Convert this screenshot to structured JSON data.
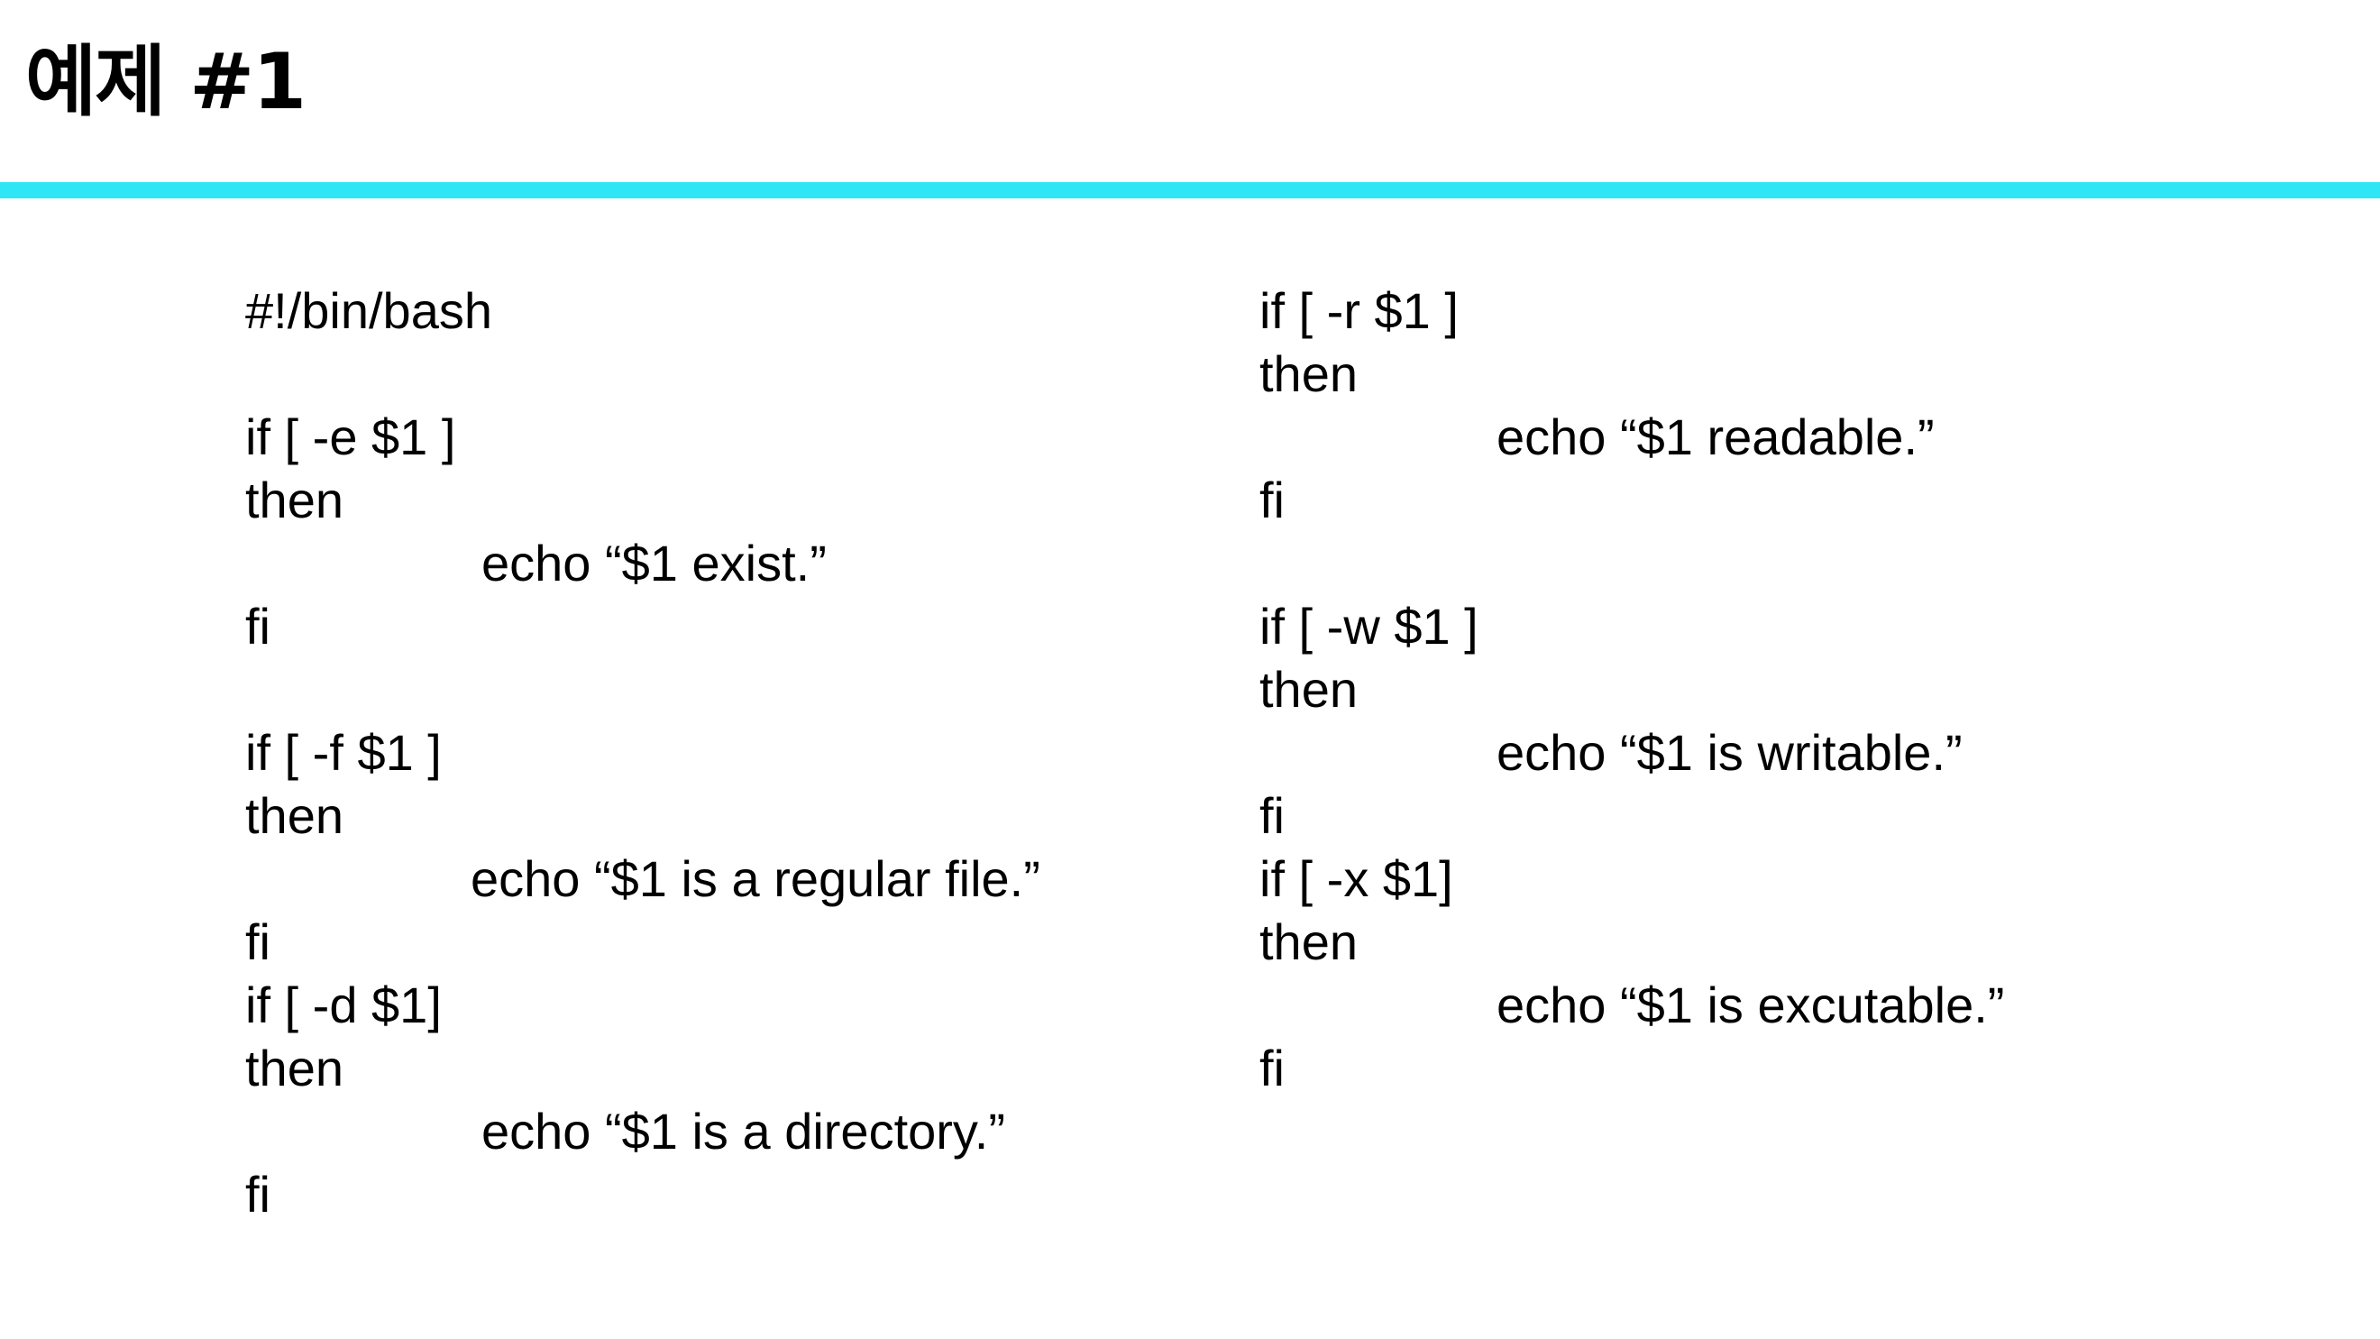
{
  "slide": {
    "title": "예제 #1",
    "accent_color": "#2ee6f5"
  },
  "code": {
    "left_lines": [
      "#!/bin/bash",
      "",
      "if [ -e $1 ]",
      "then",
      "echo “$1 exist.”",
      "fi",
      "",
      "if [ -f $1 ]",
      "then",
      "echo “$1 is a regular file.”",
      "fi",
      "if [ -d $1]",
      "then",
      "echo “$1 is a directory.”",
      "fi"
    ],
    "right_lines": [
      "if [ -r $1 ]",
      "then",
      "echo “$1 readable.”",
      "fi",
      "",
      "if [ -w $1 ]",
      "then",
      "echo “$1 is writable.”",
      "fi",
      "if [ -x $1]",
      "then",
      "echo “$1 is excutable.”",
      "fi"
    ]
  }
}
